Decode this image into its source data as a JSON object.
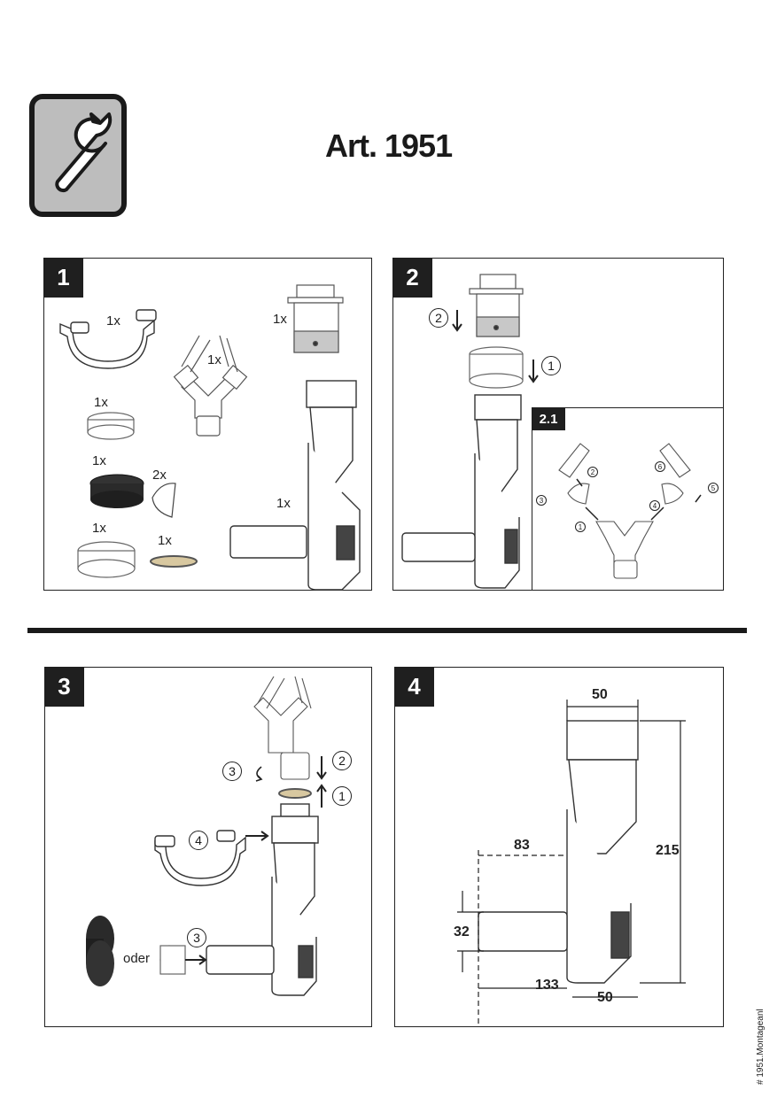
{
  "header": {
    "icon": "wrench-icon",
    "title": "Art. 1951"
  },
  "panel1": {
    "badge": "1",
    "qty_clip": "1x",
    "qty_connector": "1x",
    "qty_adapter": "1x",
    "qty_ring_small": "1x",
    "qty_ring_black": "1x",
    "qty_plug": "2x",
    "qty_ring_large": "1x",
    "qty_washer": "1x",
    "qty_siphon": "1x"
  },
  "panel2": {
    "badge": "2",
    "step_a": "2",
    "step_b": "1",
    "sub_badge": "2.1",
    "sub_steps": [
      "1",
      "2",
      "3",
      "4",
      "5",
      "6"
    ]
  },
  "panel3": {
    "badge": "3",
    "step_1": "1",
    "step_2": "2",
    "step_3": "3",
    "step_4": "4",
    "step_3b": "3",
    "oder": "oder"
  },
  "panel4": {
    "badge": "4",
    "dim_top": "50",
    "dim_height": "215",
    "dim_depth": "83",
    "dim_pipe": "32",
    "dim_total": "133",
    "dim_bottom": "50"
  },
  "footer": {
    "doc_id": "# 1951.Montageanl"
  }
}
